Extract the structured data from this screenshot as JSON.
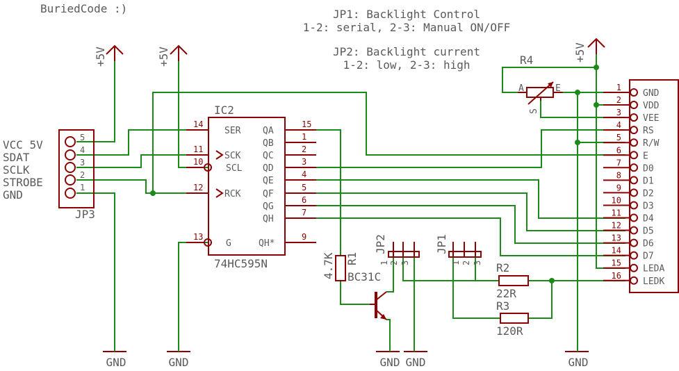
{
  "credit": "BuriedCode :)",
  "notes": {
    "jp1_title": "JP1: Backlight Control",
    "jp1_detail": "1-2: serial, 2-3: Manual ON/OFF",
    "jp2_title": "JP2: Backlight current",
    "jp2_detail": "1-2: low, 2-3: high"
  },
  "power": {
    "plus5v": "+5V",
    "gnd": "GND"
  },
  "jp3": {
    "name": "JP3",
    "signals": [
      "VCC 5V",
      "SDAT",
      "SCLK",
      "STROBE",
      "GND"
    ],
    "pins": [
      "5",
      "4",
      "3",
      "2",
      "1"
    ]
  },
  "ic2": {
    "name": "IC2",
    "part": "74HC595N",
    "left_pins": [
      {
        "num": "14",
        "label": "SER"
      },
      {
        "num": "11",
        "label": "SCK"
      },
      {
        "num": "10",
        "label": "SCL"
      },
      {
        "num": "12",
        "label": "RCK"
      },
      {
        "num": "13",
        "label": "G"
      }
    ],
    "right_pins": [
      {
        "num": "15",
        "label": "QA"
      },
      {
        "num": "1",
        "label": "QB"
      },
      {
        "num": "2",
        "label": "QC"
      },
      {
        "num": "3",
        "label": "QD"
      },
      {
        "num": "4",
        "label": "QE"
      },
      {
        "num": "5",
        "label": "QF"
      },
      {
        "num": "6",
        "label": "QG"
      },
      {
        "num": "7",
        "label": "QH"
      },
      {
        "num": "9",
        "label": "QH*"
      }
    ]
  },
  "r1": {
    "name": "R1",
    "value": "4.7K"
  },
  "t1": {
    "part": "BC31C"
  },
  "r2": {
    "name": "R2",
    "value": "22R"
  },
  "r3": {
    "name": "R3",
    "value": "120R"
  },
  "r4": {
    "name": "R4",
    "pin_a": "A",
    "pin_e": "E",
    "pin_s": "S"
  },
  "jp1": {
    "name": "JP1",
    "pins": [
      "1",
      "2",
      "3"
    ]
  },
  "jp2": {
    "name": "JP2",
    "pins": [
      "1",
      "2",
      "3"
    ]
  },
  "lcd": {
    "pins": [
      {
        "num": "1",
        "label": "GND"
      },
      {
        "num": "2",
        "label": "VDD"
      },
      {
        "num": "3",
        "label": "VEE"
      },
      {
        "num": "4",
        "label": "RS"
      },
      {
        "num": "5",
        "label": "R/W"
      },
      {
        "num": "6",
        "label": "E"
      },
      {
        "num": "7",
        "label": "D0"
      },
      {
        "num": "8",
        "label": "D1"
      },
      {
        "num": "9",
        "label": "D2"
      },
      {
        "num": "10",
        "label": "D3"
      },
      {
        "num": "11",
        "label": "D4"
      },
      {
        "num": "12",
        "label": "D5"
      },
      {
        "num": "13",
        "label": "D6"
      },
      {
        "num": "14",
        "label": "D7"
      },
      {
        "num": "15",
        "label": "LEDA"
      },
      {
        "num": "16",
        "label": "LEDK"
      }
    ]
  },
  "colors": {
    "wire": "#1b8a1b",
    "symbol": "#8b0000",
    "text": "#5a5a5a",
    "background": "#ffffff"
  }
}
